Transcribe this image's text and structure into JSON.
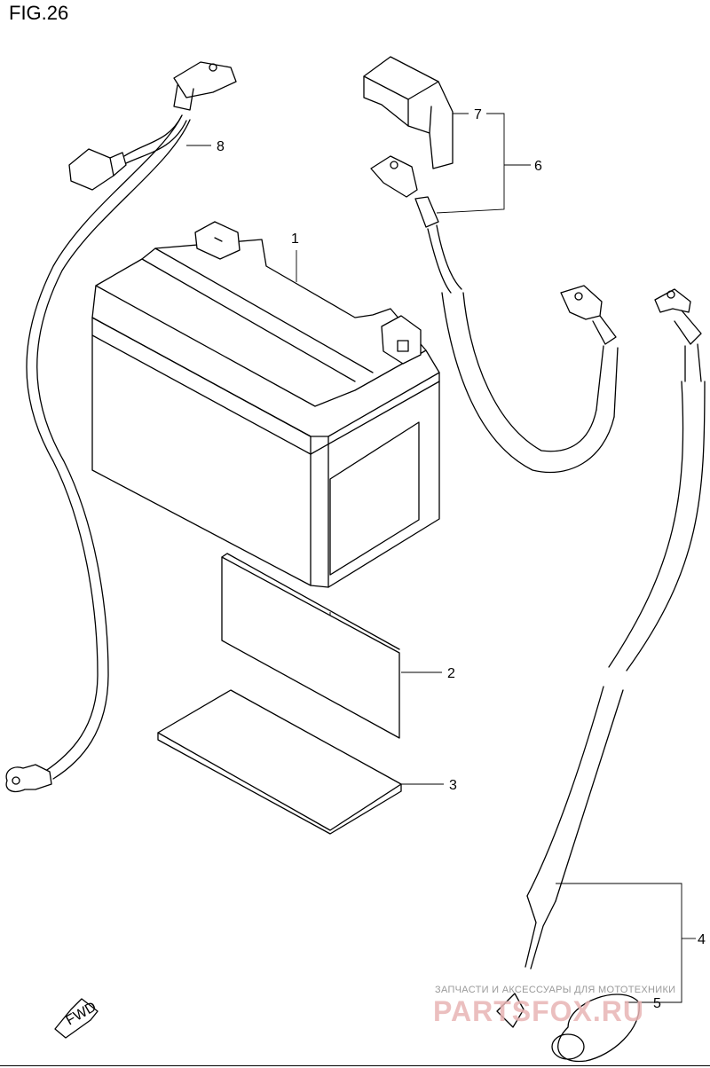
{
  "figure": {
    "title": "FIG.26"
  },
  "callouts": [
    "1",
    "2",
    "3",
    "4",
    "5",
    "6",
    "7",
    "8"
  ],
  "watermark": {
    "subtitle": "ЗАПЧАСТИ И АКСЕССУАРЫ ДЛЯ МОТОТЕХНИКИ",
    "brand": "PARTSFOX.RU"
  },
  "fwd_label": "FWD"
}
